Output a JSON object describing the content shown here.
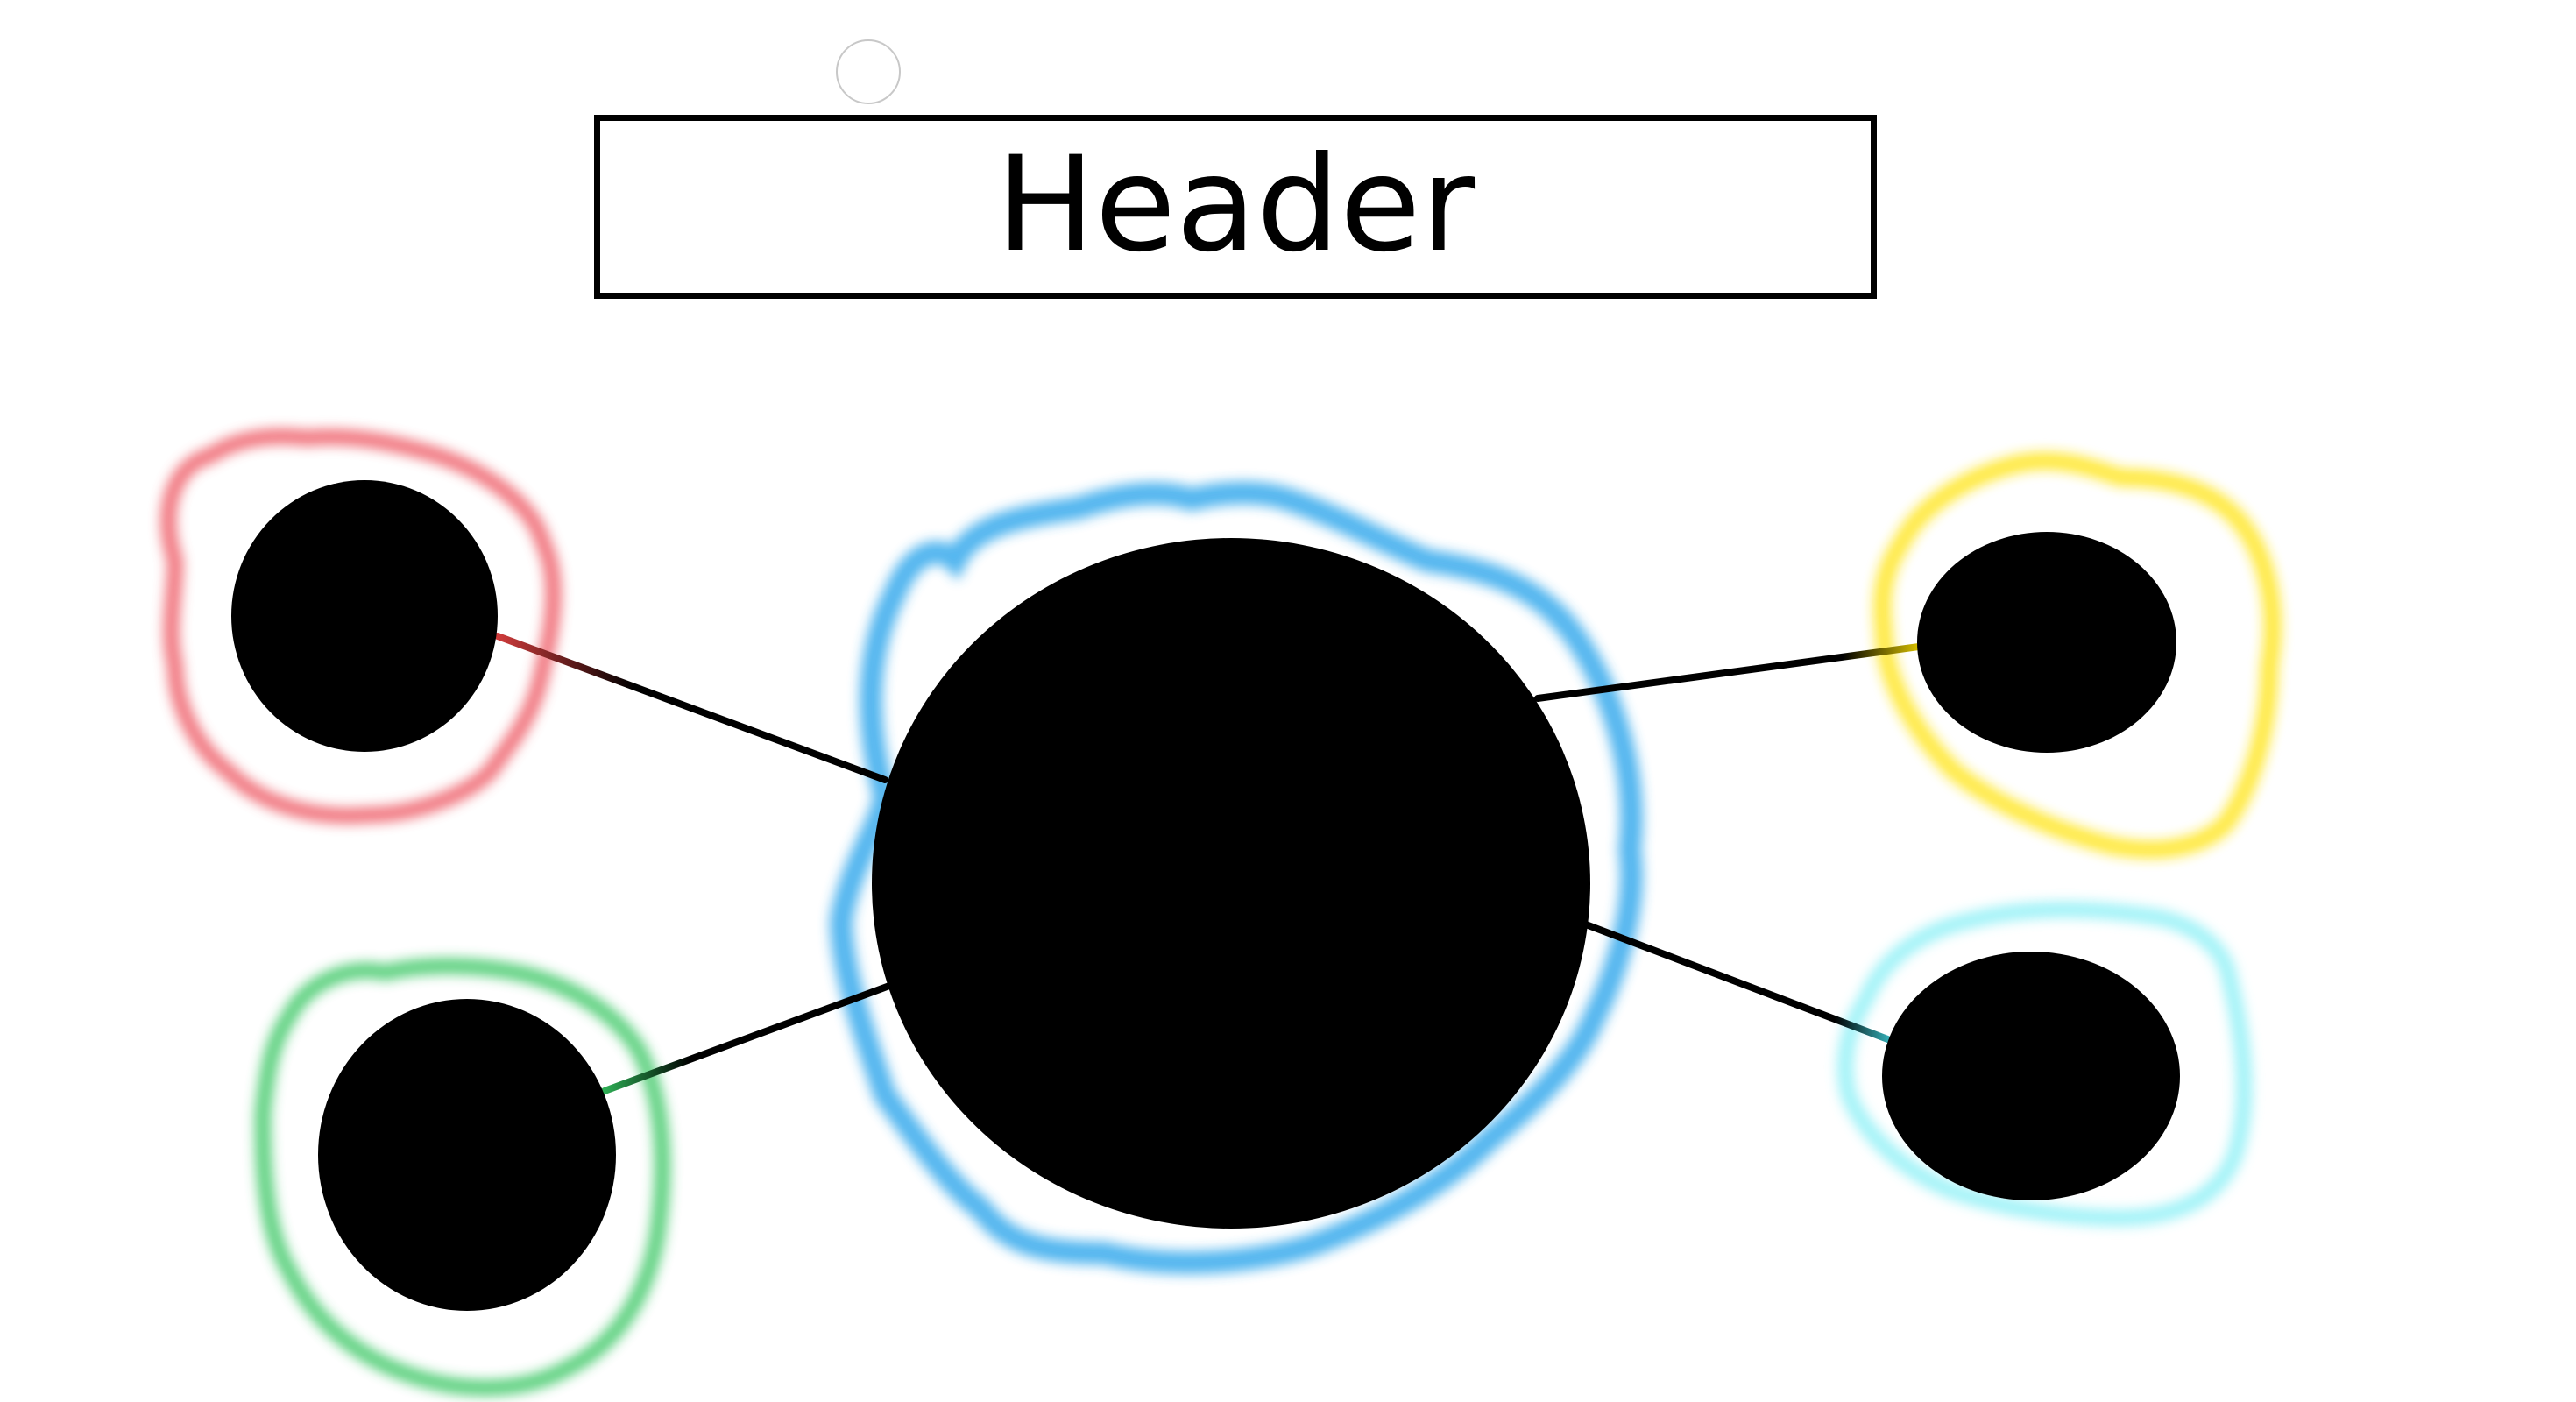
{
  "header": {
    "title": "Header"
  },
  "diagram": {
    "center_node": {
      "name": "center",
      "glow_color": "#36a9ec"
    },
    "nodes": [
      {
        "name": "top-left",
        "glow_color": "#ee5d67"
      },
      {
        "name": "bottom-left",
        "glow_color": "#3ec866"
      },
      {
        "name": "top-right",
        "glow_color": "#ffe51e"
      },
      {
        "name": "bottom-right",
        "glow_color": "#8ef0f6"
      }
    ],
    "node_fill": "#000000",
    "connector_color": "#000000"
  }
}
